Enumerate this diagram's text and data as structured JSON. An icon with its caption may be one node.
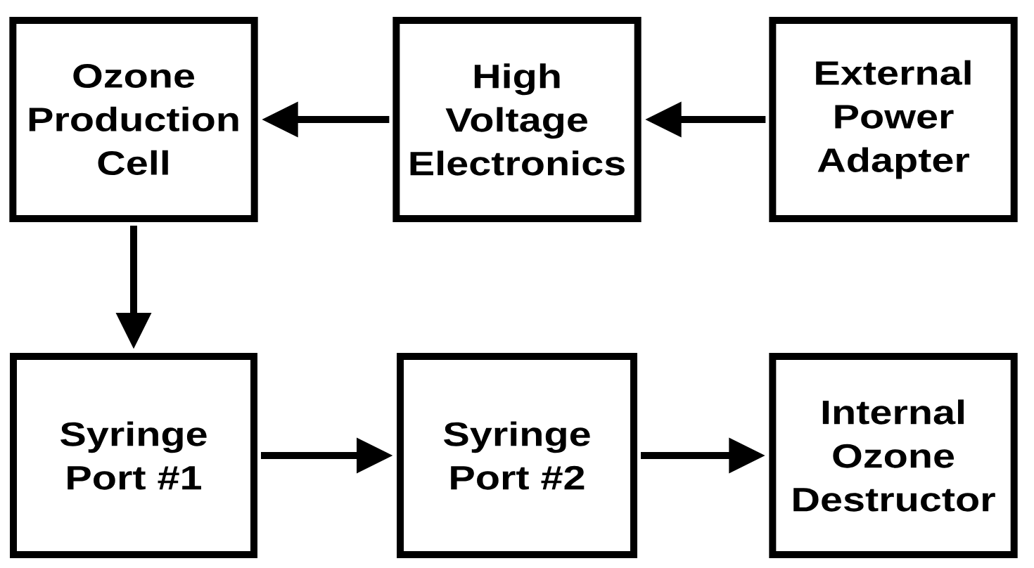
{
  "diagram": {
    "nodes": [
      {
        "text": [
          "Ozone Production Cell"
        ]
      },
      {
        "text": [
          "High Voltage Electronics"
        ]
      },
      {
        "text": [
          "External Power Adapter"
        ]
      },
      {
        "text": [
          "Syringe Port #1"
        ]
      },
      {
        "text": [
          "Syringe Port #2"
        ]
      },
      {
        "text": [
          "Internal Ozone Destructor"
        ]
      }
    ],
    "edges": [
      {
        "from": 1,
        "to": 0,
        "arrow": "to"
      },
      {
        "from": 2,
        "to": 1,
        "arrow": "to"
      },
      {
        "from": 0,
        "to": 3,
        "arrow": "to"
      },
      {
        "from": 3,
        "to": 4,
        "arrow": "to"
      },
      {
        "from": 4,
        "to": 5,
        "arrow": "to"
      }
    ]
  }
}
